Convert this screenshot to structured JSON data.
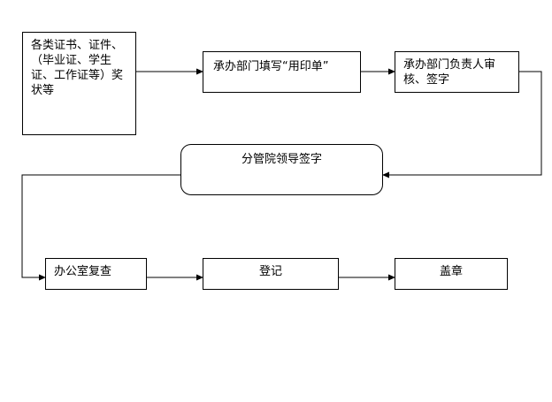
{
  "nodes": {
    "documents": "各类证书、证件、\n（毕业证、学生\n证、工作证等）奖\n状等",
    "fill_seal": "承办部门填写“用印单”",
    "dept_head": "承办部门负责人审\n核、签字",
    "leader": "分管院领导签字",
    "office_review": "办公室复查",
    "register": "登记",
    "stamp": "盖章"
  }
}
